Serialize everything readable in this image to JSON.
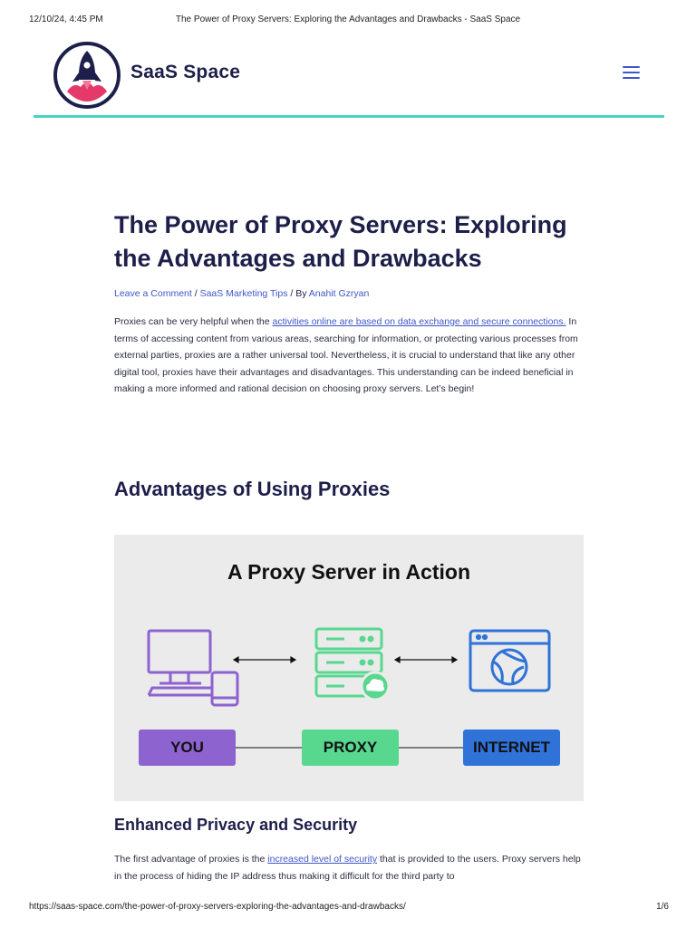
{
  "print_header": {
    "datetime": "12/10/24, 4:45 PM",
    "title": "The Power of Proxy Servers: Exploring the Advantages and Drawbacks - SaaS Space"
  },
  "site": {
    "name": "SaaS Space",
    "logo_icon": "rocket-logo-icon",
    "menu_icon": "hamburger-menu-icon",
    "accent_color": "#4cd1c6",
    "link_color": "#3f56c9"
  },
  "article": {
    "title": "The Power of Proxy Servers: Exploring the Advantages and Drawbacks",
    "meta": {
      "comment_link": "Leave a Comment",
      "sep1": " / ",
      "category_link": "SaaS Marketing Tips",
      "sep2": " / By ",
      "author_link": "Anahit Gzryan"
    },
    "intro": {
      "before_link": "Proxies can be very helpful when the ",
      "link_text": "activities online are based on data exchange and secure connections.",
      "after_link": " In terms of accessing content from various areas, searching for information, or protecting various processes from external parties, proxies are a rather universal tool. Nevertheless, it is crucial to understand that like any other digital tool, proxies have their advantages and disadvantages. This understanding can be indeed beneficial in making a more informed and rational decision on choosing proxy servers. Let’s begin!"
    },
    "section_heading": "Advantages of Using Proxies",
    "figure": {
      "title": "A Proxy Server in Action",
      "labels": {
        "you": "YOU",
        "proxy": "PROXY",
        "internet": "INTERNET"
      },
      "colors": {
        "you": "#8d63cf",
        "proxy": "#58d78f",
        "internet": "#2f72d8"
      },
      "icons": [
        "computer-icon",
        "server-cloud-icon",
        "browser-globe-icon"
      ]
    },
    "subheading": "Enhanced Privacy and Security",
    "para2": {
      "before_link": "The first advantage of proxies is the ",
      "link_text": "increased level of security",
      "after_link": " that is provided to the users. Proxy servers help in the process of hiding the IP address thus making it difficult for the third party to"
    }
  },
  "print_footer": {
    "url": "https://saas-space.com/the-power-of-proxy-servers-exploring-the-advantages-and-drawbacks/",
    "page": "1/6"
  }
}
